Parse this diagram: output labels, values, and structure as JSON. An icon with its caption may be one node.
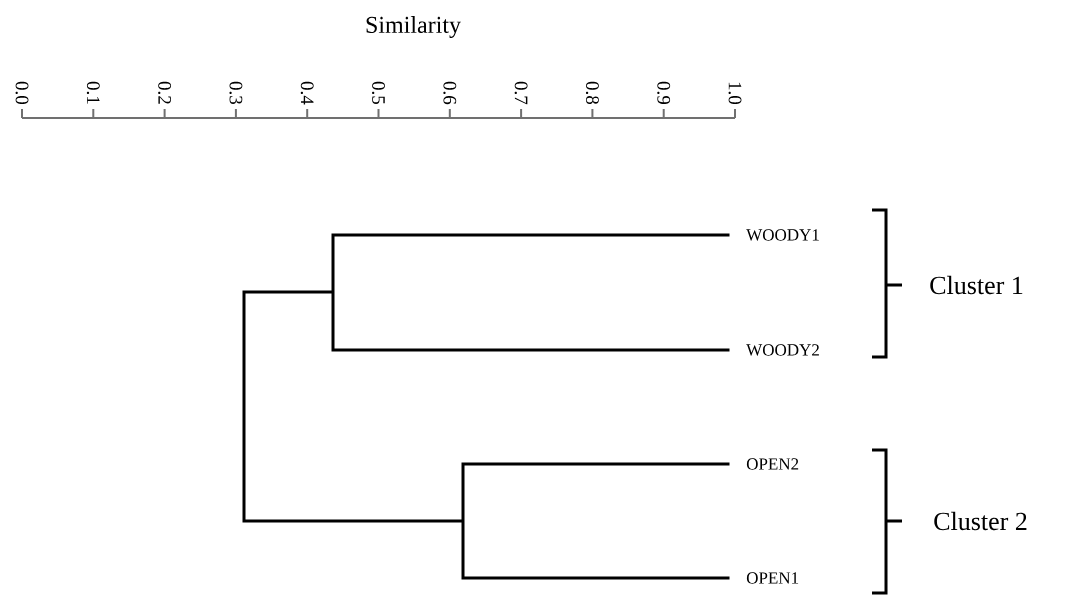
{
  "diagram": {
    "labels": [
      "Similarity",
      "0.0",
      "0.1",
      "0.2",
      "0.3",
      "0.4",
      "0.5",
      "0.6",
      "0.7",
      "0.8",
      "0.9",
      "1.0",
      "WOODY1",
      "WOODY2",
      "OPEN2",
      "OPEN1",
      "Cluster 1",
      "Cluster 2"
    ]
  }
}
